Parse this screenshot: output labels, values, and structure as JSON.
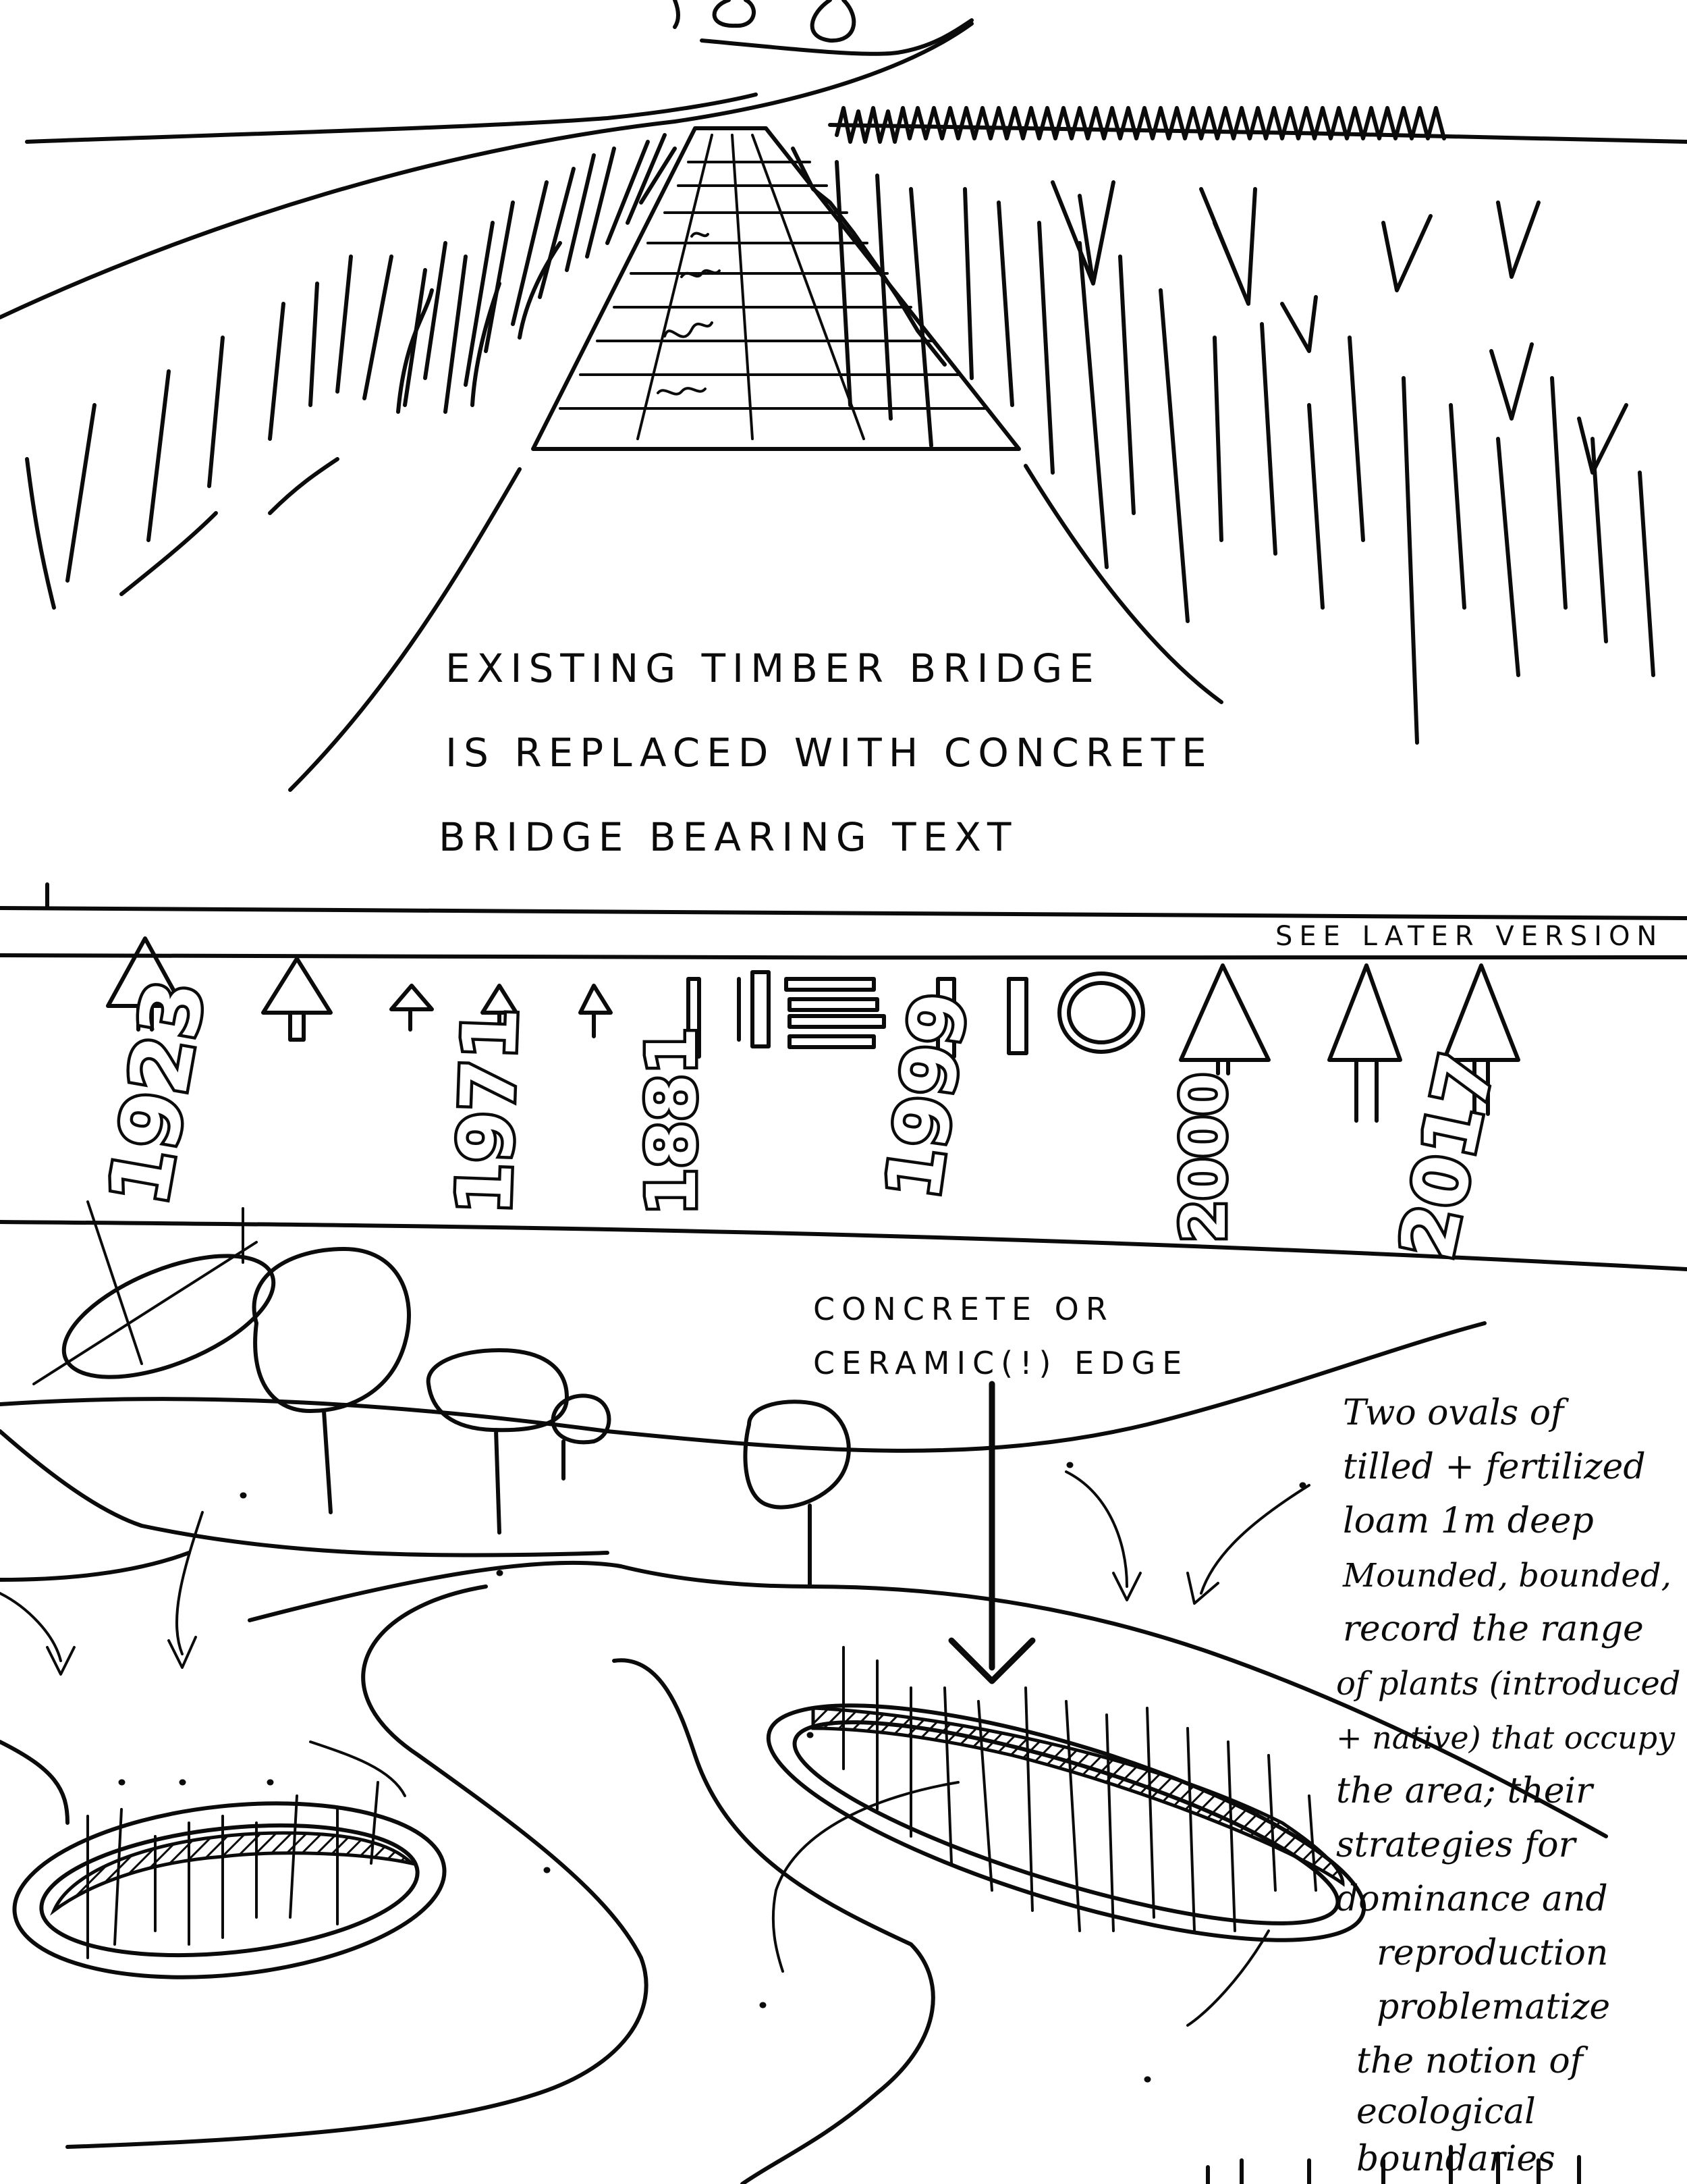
{
  "sketch_1": {
    "caption": [
      "EXISTING TIMBER BRIDGE",
      "IS REPLACED WITH CONCRETE",
      "BRIDGE BEARING TEXT"
    ]
  },
  "sketch_2": {
    "note": "SEE LATER VERSION",
    "years": [
      "1923",
      "1971",
      "1881",
      "1999",
      "2000",
      "2017"
    ]
  },
  "sketch_3": {
    "edge_label": [
      "CONCRETE OR",
      "CERAMIC(!) EDGE"
    ],
    "annotation": [
      "Two ovals of",
      "tilled + fertilized",
      "loam 1m deep",
      "Mounded, bounded,",
      "record the range",
      "of plants (introduced",
      "+ native) that occupy",
      "the area; their",
      "strategies for",
      "dominance and",
      "reproduction",
      "problematize",
      "the notion of",
      "ecological",
      "boundaries"
    ]
  }
}
